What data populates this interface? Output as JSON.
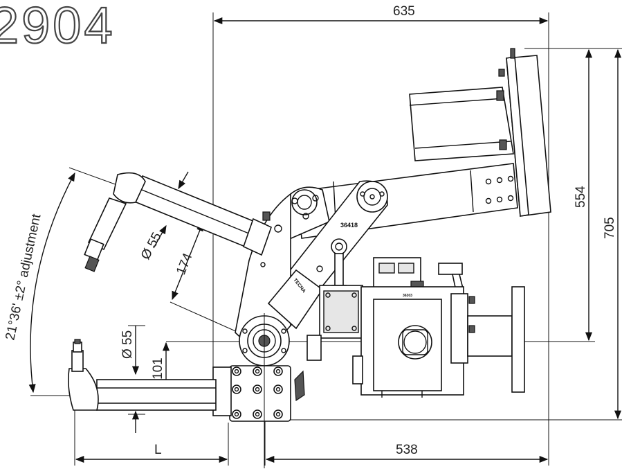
{
  "drawing": {
    "model_number": "2904",
    "dimensions": {
      "width_total": "635",
      "height_upper": "554",
      "height_total": "705",
      "reach": "538",
      "length_L": "L",
      "torch_dia_upper": "Ø 55",
      "torch_dia_lower": "Ø 55",
      "torch_offset": "174",
      "axis_offset": "101",
      "angle_adjust": "21°36' ±2° adjustment"
    },
    "labels": {
      "arm_number": "36418",
      "brand_plate": "TECNA",
      "block_id": "36303"
    }
  }
}
